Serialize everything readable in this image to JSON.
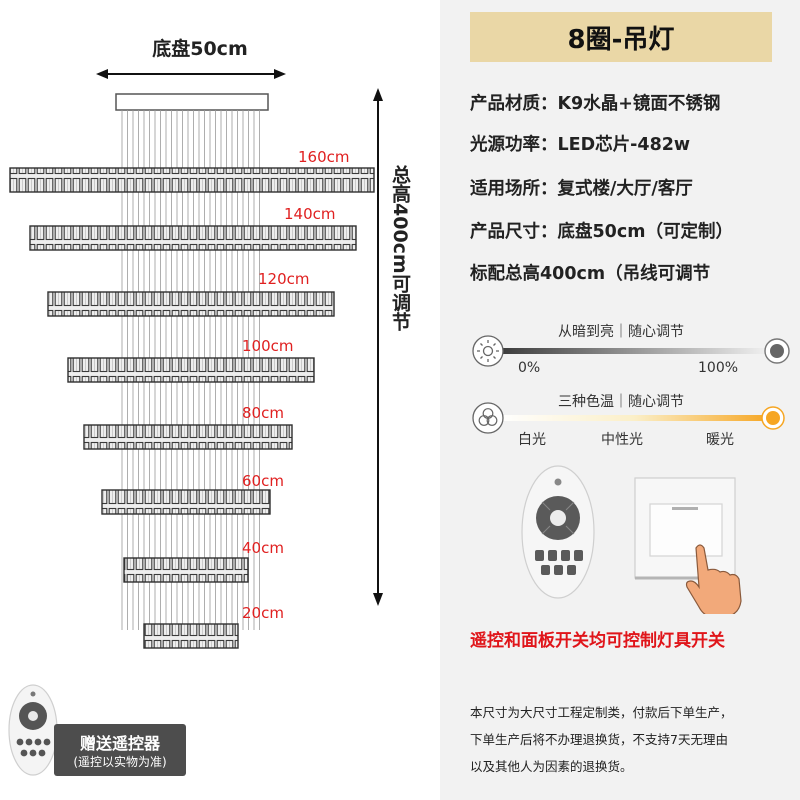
{
  "illustration": {
    "canopy_label": "底盘50cm",
    "height_label": "总高400cm可调节",
    "ring_labels": [
      "160cm",
      "140cm",
      "120cm",
      "100cm",
      "80cm",
      "60cm",
      "40cm",
      "20cm"
    ]
  },
  "gift": {
    "title": "赠送遥控器",
    "note": "(遥控以实物为准)"
  },
  "panel": {
    "title": "8圈-吊灯",
    "specs": [
      "产品材质：K9水晶+镜面不锈钢",
      "光源功率：LED芯片-482w",
      "适用场所：复式楼/大厅/客厅",
      "产品尺寸：底盘50cm（可定制）",
      "标配总高400cm（吊线可调节"
    ],
    "brightness": {
      "caption": "从暗到亮｜随心调节",
      "min_label": "0%",
      "max_label": "100%"
    },
    "color_temp": {
      "caption": "三种色温｜随心调节",
      "labels": [
        "白光",
        "中性光",
        "暖光"
      ]
    },
    "control_text": "遥控和面板开关均可控制灯具开关",
    "notice_lines": [
      "本尺寸为大尺寸工程定制类，付款后下单生产，",
      "下单生产后将不办理退换货，不支持7天无理由",
      "以及其他人为因素的退换货。"
    ]
  },
  "colors": {
    "title_bg": "#ead7a6",
    "ring_label": "#e02020",
    "control_text": "#e0151a",
    "panel_bg": "#f2f2f2",
    "warm_knob": "#f6a623"
  },
  "icons": [
    "sun-icon",
    "dial-icon",
    "color-circles-icon",
    "warm-knob-icon",
    "remote-control-icon",
    "wall-switch-icon",
    "hand-pointer-icon"
  ]
}
